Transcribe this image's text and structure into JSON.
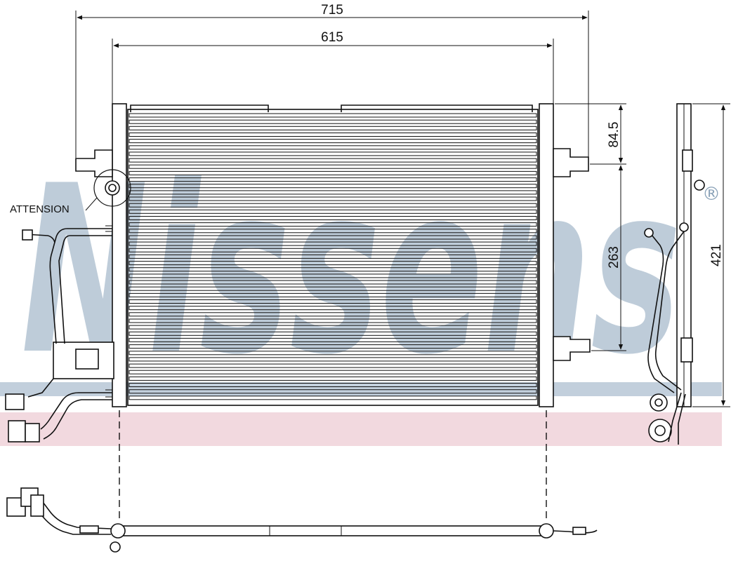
{
  "dimensions": {
    "overall_width": "715",
    "core_width": "615",
    "top_offset": "84.5",
    "bracket_spacing": "263",
    "overall_height": "421"
  },
  "callout": {
    "label": "ATTENSION"
  },
  "watermark": {
    "brand": "Nissens",
    "registered_mark": "®"
  },
  "colors": {
    "watermark_blue": "#a9bccd",
    "band_blue": "#c2cfdc",
    "band_pink": "#f2d9df",
    "line": "#111111"
  },
  "drawing": {
    "core_tube_count": 45
  }
}
